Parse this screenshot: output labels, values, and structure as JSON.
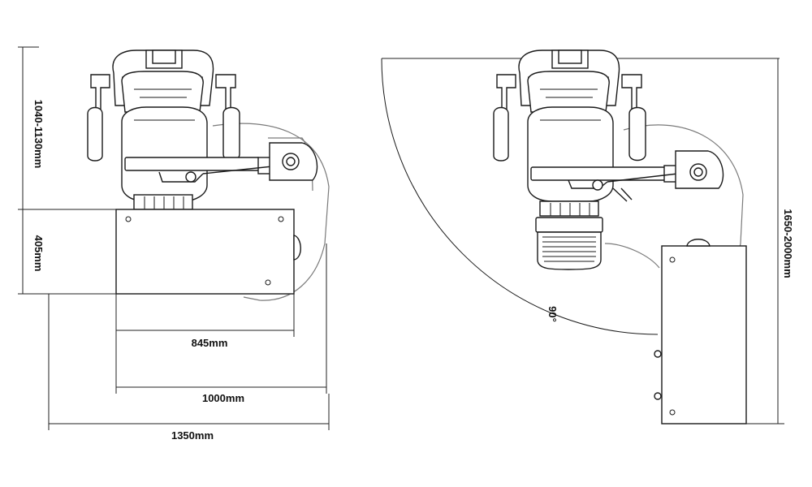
{
  "dimensions": {
    "chair_depth": "1040-1130mm",
    "cabinet_depth": "405mm",
    "cabinet_width": "845mm",
    "overall_width_1": "1000mm",
    "overall_width_2": "1350mm",
    "swing_angle": "90°",
    "operating_length": "1650-2000mm"
  }
}
